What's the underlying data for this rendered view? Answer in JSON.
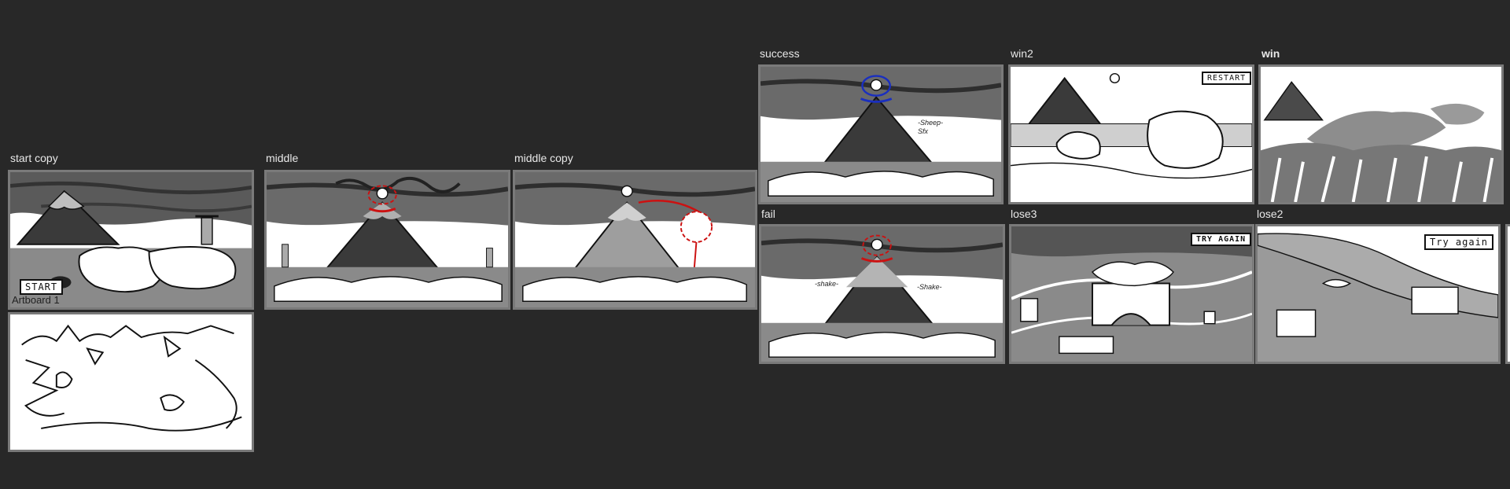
{
  "artboards": {
    "start_copy": {
      "label": "start copy",
      "button": "START",
      "inner_label": "Artboard 1"
    },
    "middle": {
      "label": "middle"
    },
    "middle_copy": {
      "label": "middle copy"
    },
    "success": {
      "label": "success",
      "sfx": "-Sheep-\nSfx"
    },
    "win2": {
      "label": "win2",
      "button": "RESTART"
    },
    "win": {
      "label": "win"
    },
    "fail": {
      "label": "fail",
      "sfx_left": "-shake-",
      "sfx_right": "-Shake-"
    },
    "lose3": {
      "label": "lose3",
      "button": "TRY AGAIN"
    },
    "lose2": {
      "label": "lose2",
      "button": "Try again"
    }
  },
  "colors": {
    "canvas": "#282828",
    "frame": "#7a7a7a",
    "highlight_red": "#cc1111",
    "highlight_blue": "#1a2fbf"
  }
}
